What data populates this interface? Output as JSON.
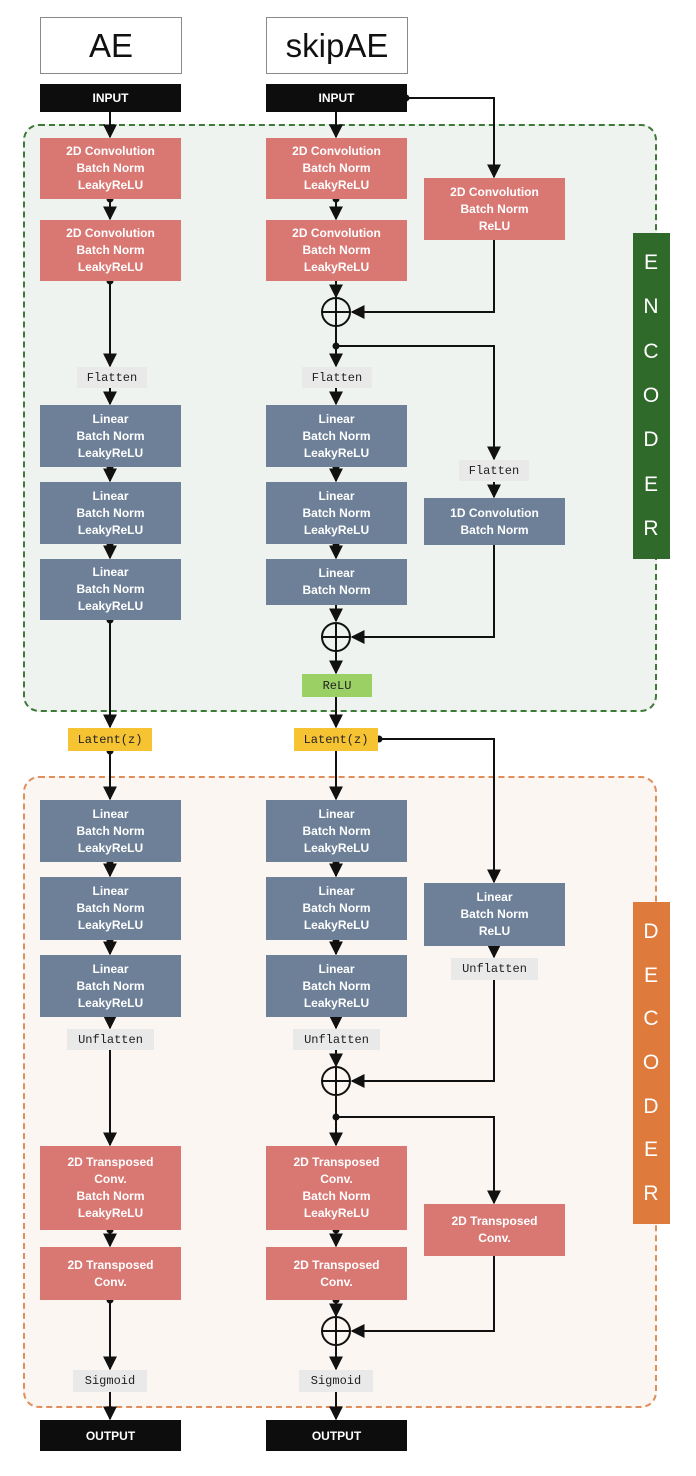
{
  "titles": {
    "ae": "AE",
    "skipae": "skipAE"
  },
  "io": {
    "input": "INPUT",
    "output": "OUTPUT"
  },
  "layers": {
    "conv_leaky": [
      "2D Convolution",
      "Batch Norm",
      "LeakyReLU"
    ],
    "conv_relu": [
      "2D Convolution",
      "Batch Norm",
      "ReLU"
    ],
    "linear_leaky": [
      "Linear",
      "Batch Norm",
      "LeakyReLU"
    ],
    "linear_bn": [
      "Linear",
      "Batch Norm"
    ],
    "linear_relu": [
      "Linear",
      "Batch Norm",
      "ReLU"
    ],
    "conv1d_bn": [
      "1D Convolution",
      "Batch Norm"
    ],
    "tconv_leaky": [
      "2D Transposed",
      "Conv.",
      "Batch Norm",
      "LeakyReLU"
    ],
    "tconv": [
      "2D Transposed",
      "Conv."
    ]
  },
  "tags": {
    "flatten": "Flatten",
    "unflatten": "Unflatten",
    "latent": "Latent(z)",
    "relu": "ReLU",
    "sigmoid": "Sigmoid"
  },
  "regions": {
    "encoder": [
      "E",
      "N",
      "C",
      "O",
      "D",
      "E",
      "R"
    ],
    "decoder": [
      "D",
      "E",
      "C",
      "O",
      "D",
      "E",
      "R"
    ]
  },
  "colors": {
    "conv_block": "#d97773",
    "linear_block": "#6d8098",
    "encoder_accent": "#2f6a2b",
    "decoder_accent": "#de7a3b",
    "latent": "#f6c333",
    "relu": "#9ad064"
  }
}
